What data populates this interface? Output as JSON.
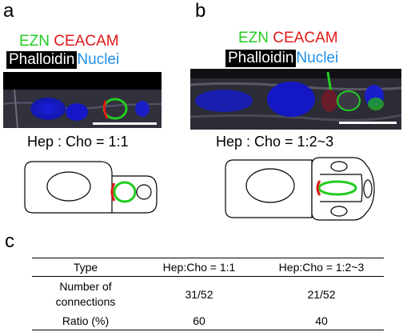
{
  "panels": {
    "a": {
      "letter": "a",
      "legend_ezn": "EZN",
      "legend_ceacam": "CEACAM",
      "legend_phalloidin": "Phalloidin",
      "legend_nuclei": "Nuclei",
      "ratio_label": "Hep : Cho = 1:1"
    },
    "b": {
      "letter": "b",
      "legend_ezn": "EZN",
      "legend_ceacam": "CEACAM",
      "legend_phalloidin": "Phalloidin",
      "legend_nuclei": "Nuclei",
      "ratio_label": "Hep : Cho = 1:2~3"
    },
    "c": {
      "letter": "c"
    }
  },
  "colors": {
    "ezn": "#22cc22",
    "ceacam": "#e01818",
    "nuclei": "#1e8fe6",
    "phalloidin_bg": "#000000"
  },
  "table": {
    "headers": [
      "Type",
      "Hep:Cho = 1:1",
      "Hep:Cho = 1:2~3"
    ],
    "rows": [
      {
        "label_line1": "Number of",
        "label_line2": "connections",
        "a": "31/52",
        "b": "21/52"
      },
      {
        "label": "Ratio (%)",
        "a": "60",
        "b": "40"
      }
    ]
  }
}
